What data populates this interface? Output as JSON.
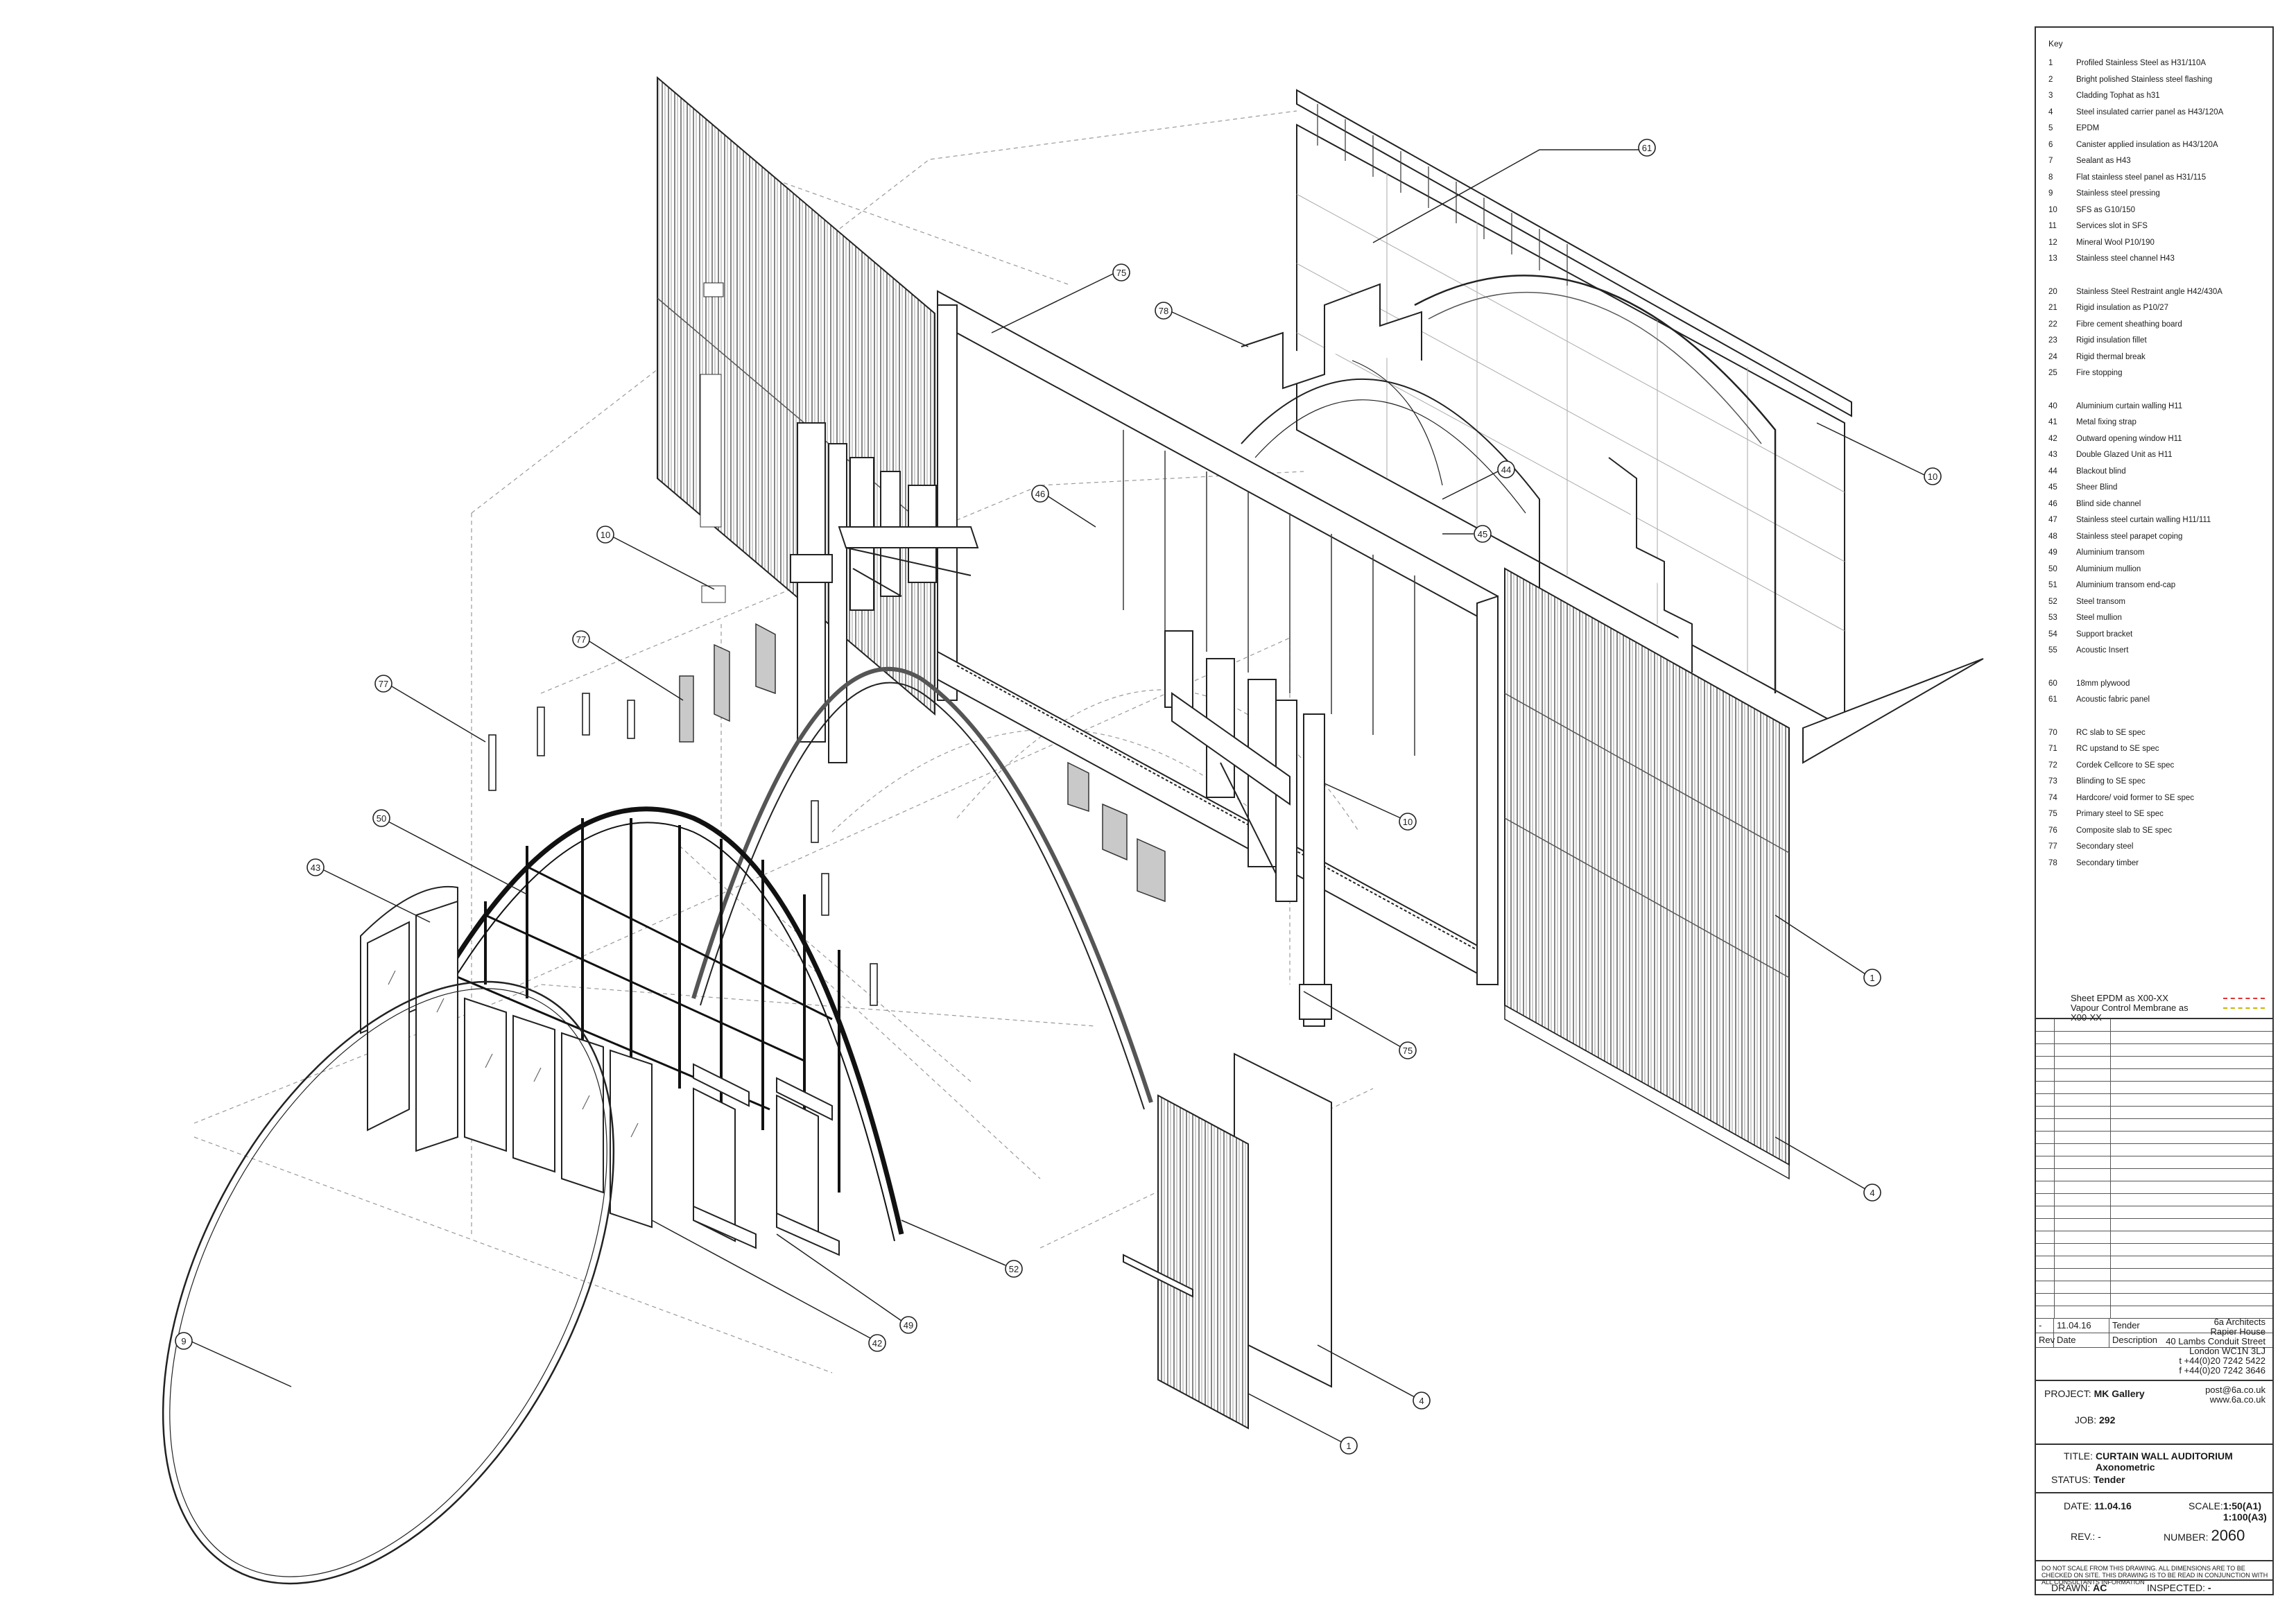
{
  "callouts": [
    "61",
    "75",
    "78",
    "44",
    "45",
    "46",
    "10",
    "77",
    "77",
    "50",
    "43",
    "10",
    "75",
    "1",
    "4",
    "52",
    "49",
    "42",
    "9",
    "4",
    "1",
    "10"
  ],
  "key_title": "Key",
  "key_groups": [
    [
      {
        "num": "1",
        "text": "Profiled Stainless Steel as H31/110A"
      },
      {
        "num": "2",
        "text": "Bright polished Stainless steel flashing"
      },
      {
        "num": "3",
        "text": "Cladding Tophat as h31"
      },
      {
        "num": "4",
        "text": "Steel insulated carrier panel as H43/120A"
      },
      {
        "num": "5",
        "text": "EPDM"
      },
      {
        "num": "6",
        "text": "Canister applied insulation as H43/120A"
      },
      {
        "num": "7",
        "text": "Sealant as H43"
      },
      {
        "num": "8",
        "text": "Flat stainless steel panel as H31/115"
      },
      {
        "num": "9",
        "text": "Stainless steel pressing"
      },
      {
        "num": "10",
        "text": "SFS as G10/150"
      },
      {
        "num": "11",
        "text": "Services slot in SFS"
      },
      {
        "num": "12",
        "text": "Mineral Wool P10/190"
      },
      {
        "num": "13",
        "text": "Stainless steel channel H43"
      }
    ],
    [
      {
        "num": "20",
        "text": "Stainless Steel Restraint angle H42/430A"
      },
      {
        "num": "21",
        "text": "Rigid insulation as P10/27"
      },
      {
        "num": "22",
        "text": "Fibre cement sheathing board"
      },
      {
        "num": "23",
        "text": "Rigid insulation fillet"
      },
      {
        "num": "24",
        "text": "Rigid thermal break"
      },
      {
        "num": "25",
        "text": "Fire stopping"
      }
    ],
    [
      {
        "num": "40",
        "text": "Aluminium curtain walling H11"
      },
      {
        "num": "41",
        "text": "Metal fixing strap"
      },
      {
        "num": "42",
        "text": "Outward opening window H11"
      },
      {
        "num": "43",
        "text": "Double Glazed Unit as H11"
      },
      {
        "num": "44",
        "text": "Blackout blind"
      },
      {
        "num": "45",
        "text": "Sheer Blind"
      },
      {
        "num": "46",
        "text": "Blind side channel"
      },
      {
        "num": "47",
        "text": "Stainless steel curtain walling H11/111"
      },
      {
        "num": "48",
        "text": "Stainless steel parapet coping"
      },
      {
        "num": "49",
        "text": "Aluminium transom"
      },
      {
        "num": "50",
        "text": "Aluminium mullion"
      },
      {
        "num": "51",
        "text": "Aluminium transom end-cap"
      },
      {
        "num": "52",
        "text": "Steel transom"
      },
      {
        "num": "53",
        "text": "Steel mullion"
      },
      {
        "num": "54",
        "text": "Support bracket"
      },
      {
        "num": "55",
        "text": "Acoustic Insert"
      }
    ],
    [
      {
        "num": "60",
        "text": "18mm plywood"
      },
      {
        "num": "61",
        "text": "Acoustic fabric panel"
      }
    ],
    [
      {
        "num": "70",
        "text": "RC slab to SE spec"
      },
      {
        "num": "71",
        "text": "RC upstand to SE spec"
      },
      {
        "num": "72",
        "text": "Cordek Cellcore to SE spec"
      },
      {
        "num": "73",
        "text": "Blinding to SE spec"
      },
      {
        "num": "74",
        "text": "Hardcore/ void former to SE spec"
      },
      {
        "num": "75",
        "text": "Primary steel to SE spec"
      },
      {
        "num": "76",
        "text": "Composite slab to SE spec"
      },
      {
        "num": "77",
        "text": "Secondary steel"
      },
      {
        "num": "78",
        "text": "Secondary timber"
      }
    ]
  ],
  "legend": {
    "epdm": "Sheet EPDM as X00-XX",
    "vcm_1": "Vapour Control Membrane as",
    "vcm_2": "X00-XX"
  },
  "revisions": {
    "row": {
      "rev": "-",
      "date": "11.04.16",
      "description": "Tender"
    },
    "header": {
      "rev": "Rev",
      "date": "Date",
      "description": "Description"
    }
  },
  "firm": {
    "name": "6a Architects",
    "address_1": "Rapier House",
    "address_2": "40 Lambs Conduit Street",
    "address_3": "London WC1N 3LJ",
    "tel": "t +44(0)20 7242 5422",
    "fax": "f +44(0)20 7242 3646",
    "email": "post@6a.co.uk",
    "web": "www.6a.co.uk"
  },
  "project": {
    "label": "PROJECT:",
    "value": "MK Gallery"
  },
  "job": {
    "label": "JOB:",
    "value": "292"
  },
  "title": {
    "label": "TITLE:",
    "line1": "CURTAIN WALL AUDITORIUM",
    "line2": "Axonometric"
  },
  "status": {
    "label": "STATUS:",
    "value": "Tender"
  },
  "date": {
    "label": "DATE:",
    "value": "11.04.16"
  },
  "scale": {
    "label": "SCALE:",
    "value1": "1:50(A1)",
    "value2": "1:100(A3)"
  },
  "rev": {
    "label": "REV.:",
    "value": "-"
  },
  "number": {
    "label": "NUMBER:",
    "value": "2060"
  },
  "disclaimer": "DO NOT SCALE FROM THIS DRAWING. ALL DIMENSIONS ARE TO BE CHECKED ON SITE. THIS DRAWING IS TO BE READ IN CONJUNCTION WITH ALL CONSULTANTS INFORMATION",
  "drawn": {
    "label": "DRAWN:",
    "value": "AC"
  },
  "inspected": {
    "label": "INSPECTED:",
    "value": "-"
  }
}
